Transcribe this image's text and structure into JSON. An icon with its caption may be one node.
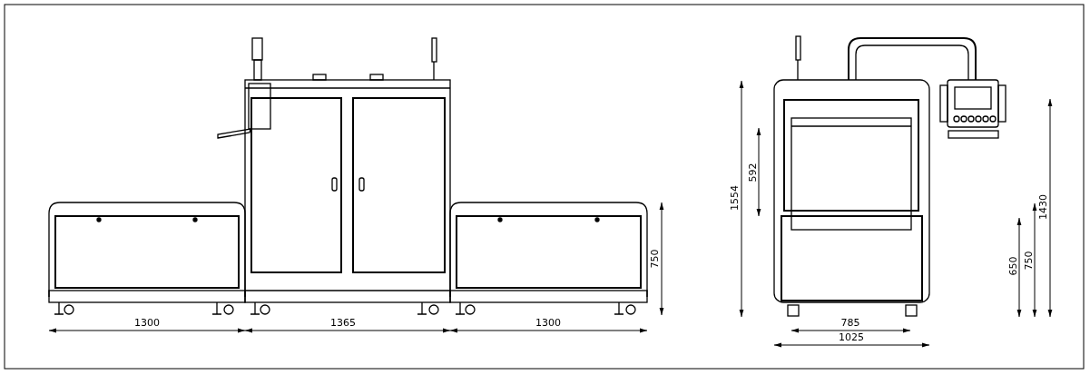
{
  "diagram": {
    "labels": [
      "1300",
      "1365",
      "1300",
      "750",
      "1554",
      "592",
      "650",
      "750",
      "1430",
      "785",
      "1025"
    ]
  }
}
